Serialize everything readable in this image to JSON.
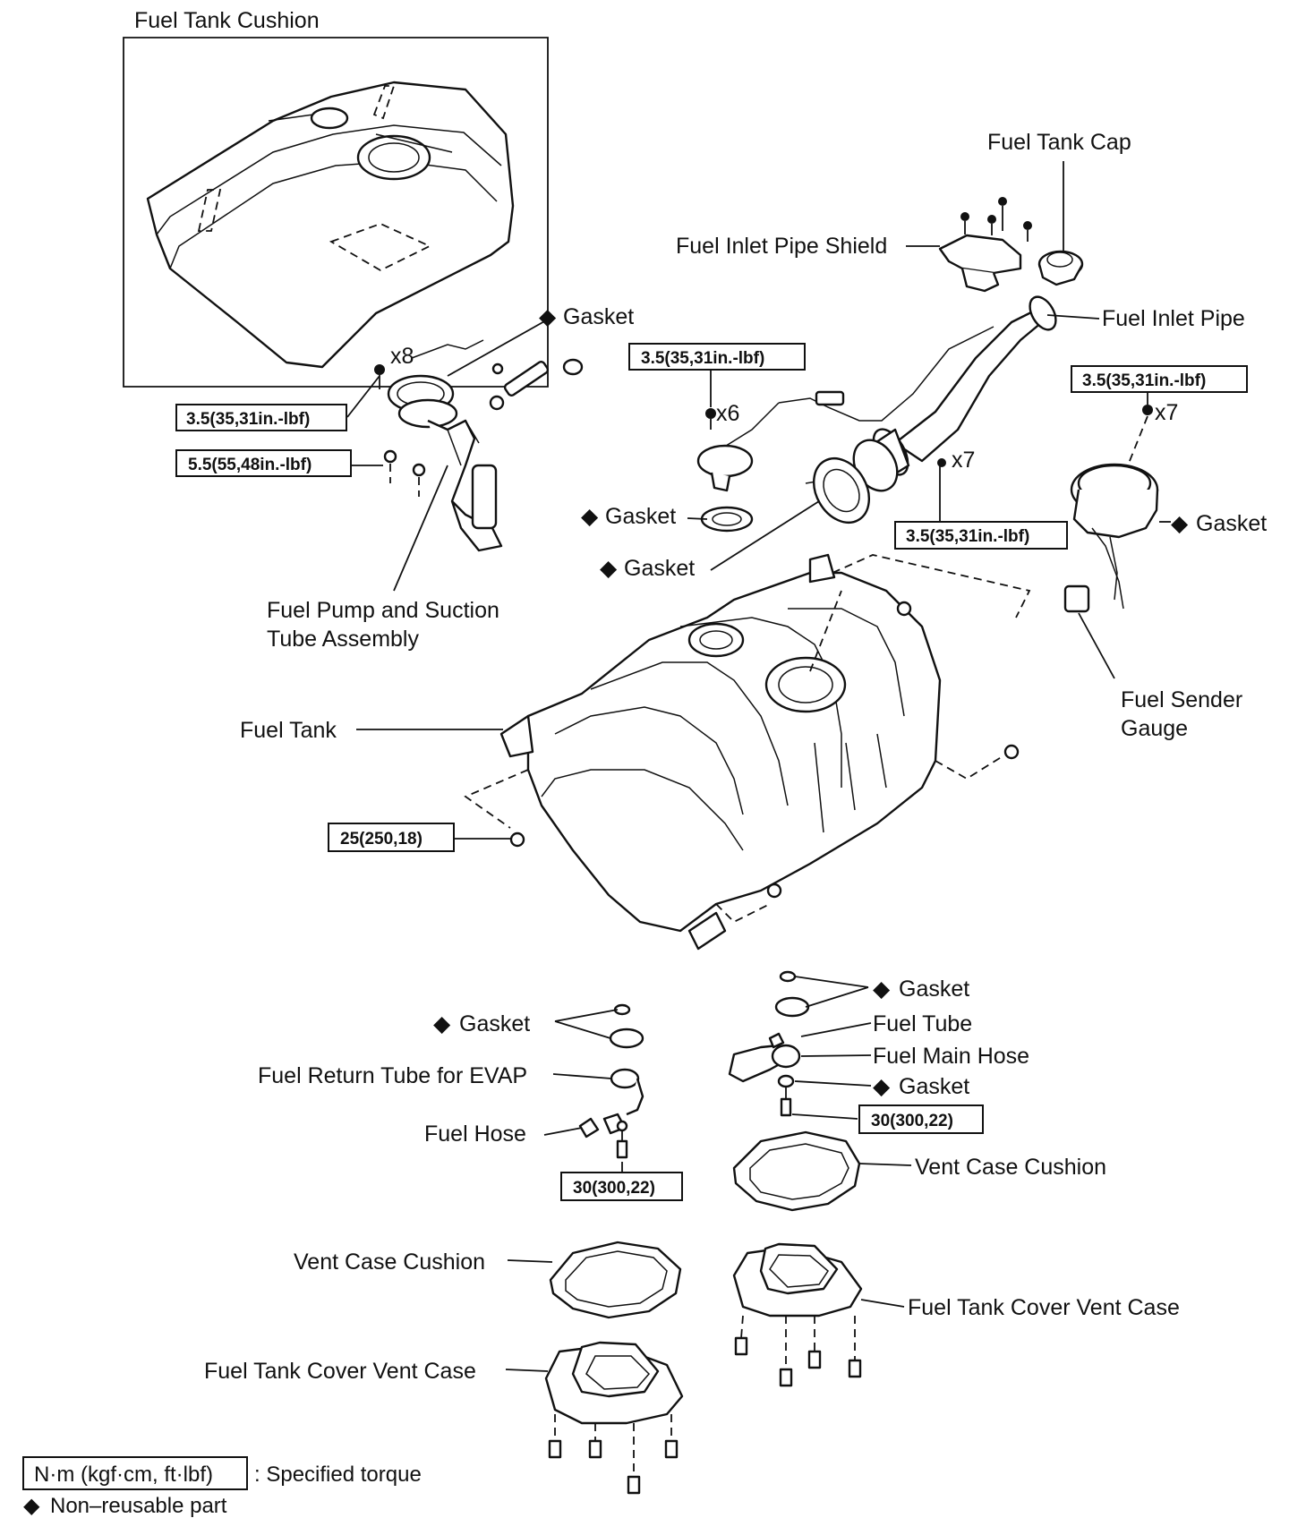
{
  "labels": {
    "fuel_tank_cushion_top": "Fuel Tank Cushion",
    "fuel_tank_cap": "Fuel Tank Cap",
    "fuel_inlet_pipe_shield": "Fuel Inlet Pipe Shield",
    "fuel_inlet_pipe": "Fuel Inlet Pipe",
    "gasket_pump": "Gasket",
    "gasket_left": "Gasket",
    "gasket_center": "Gasket",
    "gasket_sender": "Gasket",
    "fuel_pump_line1": "Fuel Pump and Suction",
    "fuel_pump_line2": "Tube Assembly",
    "fuel_tank": "Fuel Tank",
    "fuel_sender_line1": "Fuel Sender",
    "fuel_sender_line2": "Gauge",
    "qty_x8": "x8",
    "qty_x6": "x6",
    "qty_x7_inlet": "x7",
    "qty_x7_sender": "x7",
    "gasket_evap": "Gasket",
    "fuel_return_tube": "Fuel Return Tube for EVAP",
    "fuel_hose": "Fuel Hose",
    "gasket_right_top": "Gasket",
    "fuel_tube": "Fuel Tube",
    "fuel_main_hose": "Fuel Main Hose",
    "gasket_right_bottom": "Gasket",
    "vent_case_cushion_right": "Vent Case Cushion",
    "vent_case_cushion_left": "Vent Case Cushion",
    "fuel_tank_cover_vent_case_right": "Fuel Tank Cover Vent Case",
    "fuel_tank_cover_vent_case_left": "Fuel Tank Cover Vent Case"
  },
  "torque": {
    "pump_bolts": "3.5(35,31in.-lbf)",
    "pump_nuts": "5.5(55,48in.-lbf)",
    "inlet_x6": "3.5(35,31in.-lbf)",
    "inlet_x7": "3.5(35,31in.-lbf)",
    "sender_x7": "3.5(35,31in.-lbf)",
    "tank_bolt": "25(250,18)",
    "evap_bolt": "30(300,22)",
    "main_hose_bolt": "30(300,22)"
  },
  "legend": {
    "torque_box": "N·m (kgf·cm, ft·lbf)",
    "torque_desc": ": Specified torque",
    "non_reusable": "Non–reusable part"
  },
  "symbols": {
    "non_reusable": "◆"
  }
}
